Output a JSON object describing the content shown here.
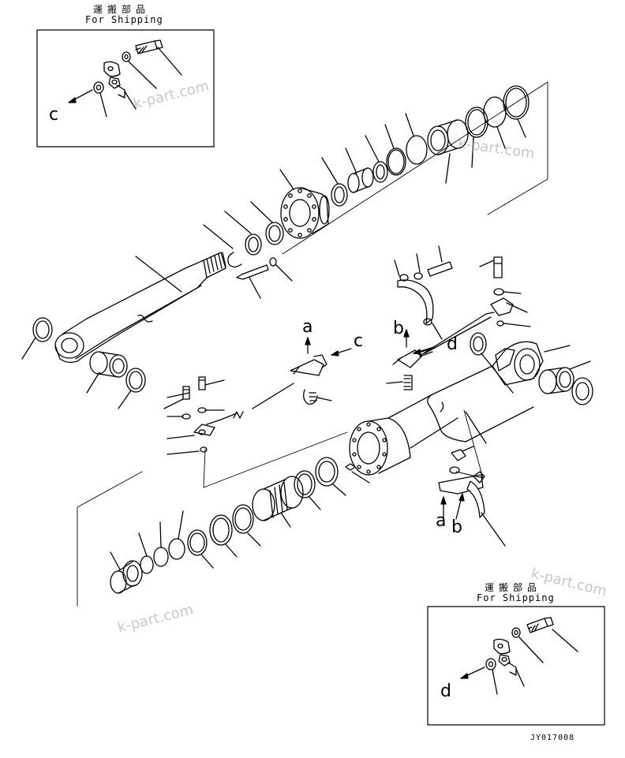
{
  "shipping_top": {
    "jp": "運搬部品",
    "en": "For Shipping",
    "letter": "c"
  },
  "shipping_bottom": {
    "jp": "運搬部品",
    "en": "For Shipping",
    "letter": "d"
  },
  "connectors": {
    "a1": "a",
    "c1": "c",
    "b1": "b",
    "d1": "d",
    "a2": "a",
    "b2": "b"
  },
  "watermark": "k-part.com",
  "drawing_code": "JY017008",
  "colors": {
    "line": "#000000",
    "watermark": "#9a9a9a",
    "background": "#ffffff"
  }
}
